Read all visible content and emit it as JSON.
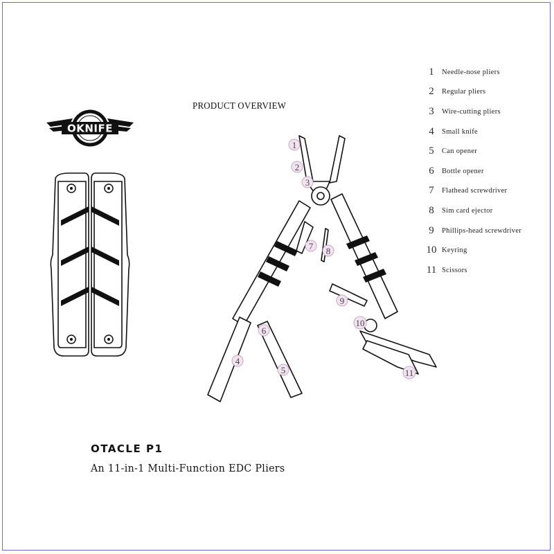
{
  "brand": {
    "logo_text": "OKNIFE"
  },
  "title": "PRODUCT OVERVIEW",
  "features": [
    {
      "num": "1",
      "label": "Needle-nose pliers"
    },
    {
      "num": "2",
      "label": "Regular pliers"
    },
    {
      "num": "3",
      "label": "Wire-cutting pliers"
    },
    {
      "num": "4",
      "label": "Small knife"
    },
    {
      "num": "5",
      "label": "Can opener"
    },
    {
      "num": "6",
      "label": "Bottle opener"
    },
    {
      "num": "7",
      "label": "Flathead screwdriver"
    },
    {
      "num": "8",
      "label": "Sim card ejector"
    },
    {
      "num": "9",
      "label": "Phillips-head screwdriver"
    },
    {
      "num": "10",
      "label": "Keyring"
    },
    {
      "num": "11",
      "label": "Scissors"
    }
  ],
  "callouts": [
    "1",
    "2",
    "3",
    "4",
    "5",
    "6",
    "7",
    "8",
    "9",
    "10",
    "11"
  ],
  "product": {
    "name": "OTACLE P1",
    "tagline": "An 11-in-1 Multi-Function EDC Pliers"
  },
  "colors": {
    "frame": "#6a6ad0",
    "marker_fill": "#f1e4f0",
    "marker_stroke": "#c9a6c6"
  }
}
